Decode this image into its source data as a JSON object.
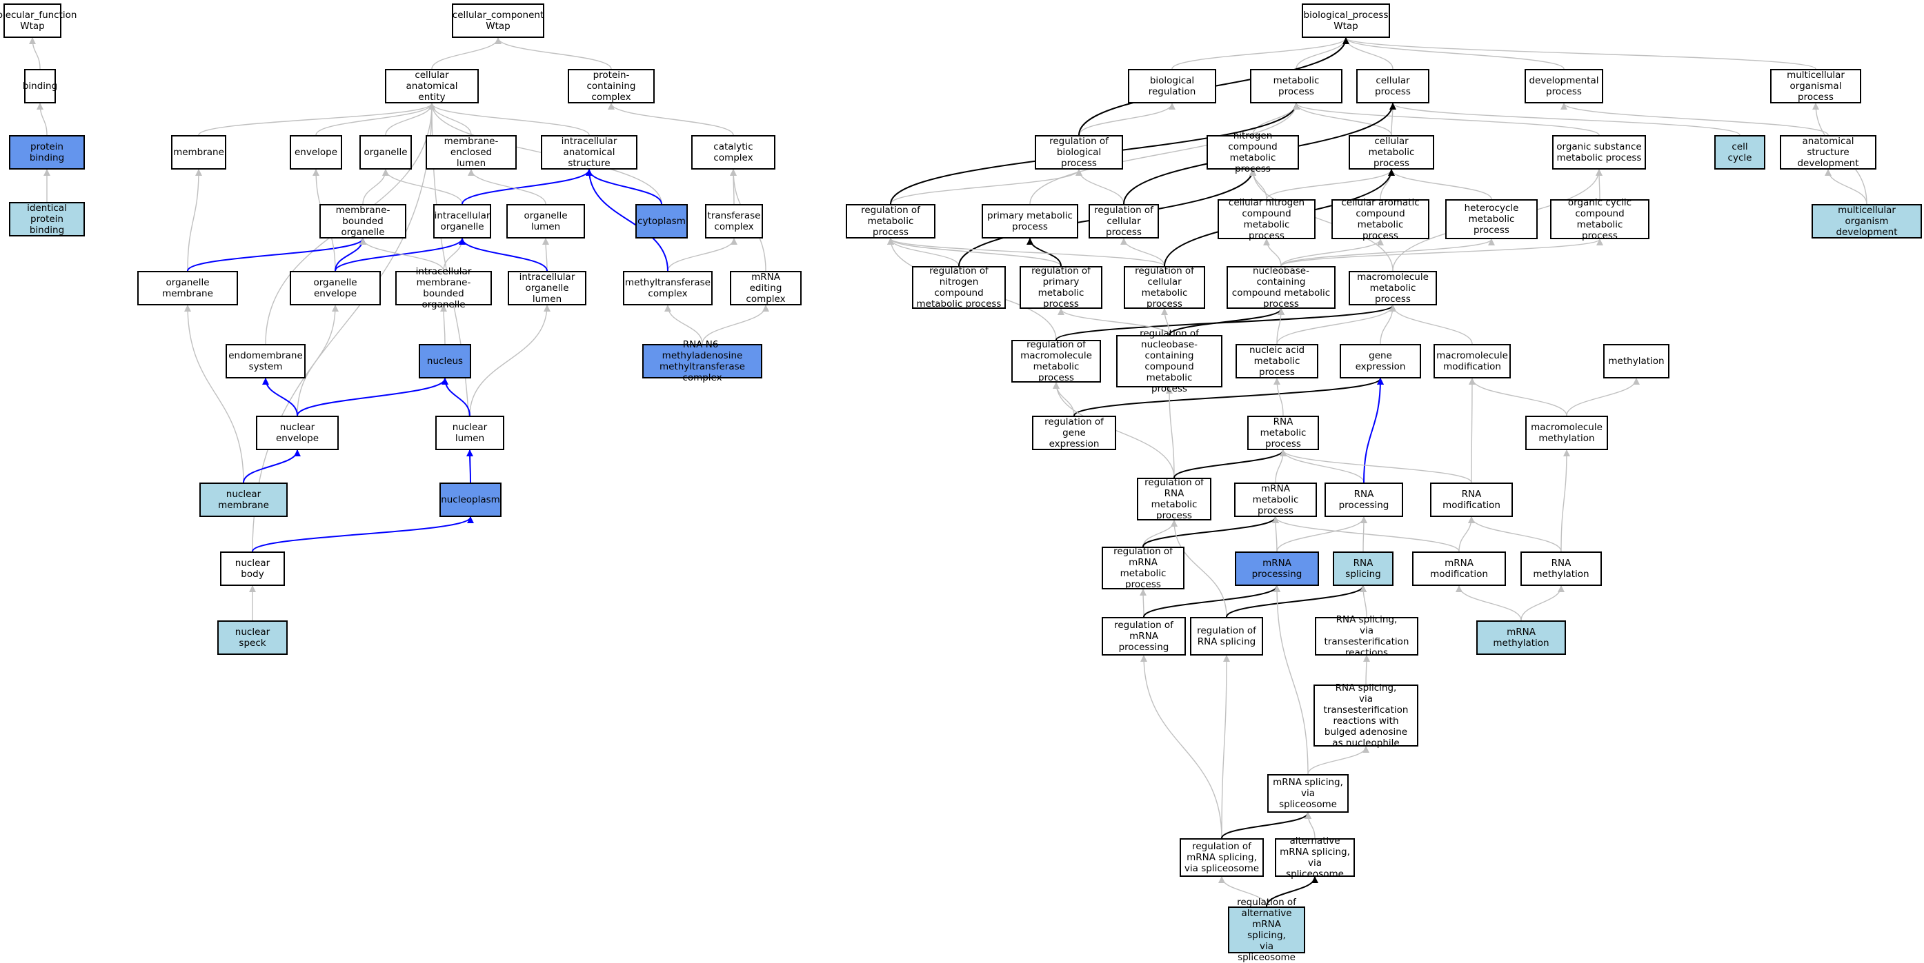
{
  "colors": {
    "node_border": "#000000",
    "highlight_light": "#add8e6",
    "highlight_dark": "#6495ed",
    "edge_default": "#c0c0c0",
    "edge_part_of": "#0000ff",
    "edge_regulates": "#000000"
  },
  "nodes": [
    {
      "id": "mf",
      "label": "molecular_function\nWtap",
      "style": "plain"
    },
    {
      "id": "binding",
      "label": "binding",
      "style": "plain"
    },
    {
      "id": "pbind",
      "label": "protein binding",
      "style": "dark"
    },
    {
      "id": "ipb",
      "label": "identical protein\nbinding",
      "style": "light"
    },
    {
      "id": "cc",
      "label": "cellular_component\nWtap",
      "style": "plain"
    },
    {
      "id": "cae",
      "label": "cellular anatomical\nentity",
      "style": "plain"
    },
    {
      "id": "pcc",
      "label": "protein-containing\ncomplex",
      "style": "plain"
    },
    {
      "id": "membrane",
      "label": "membrane",
      "style": "plain"
    },
    {
      "id": "envelope",
      "label": "envelope",
      "style": "plain"
    },
    {
      "id": "organelle",
      "label": "organelle",
      "style": "plain"
    },
    {
      "id": "mel",
      "label": "membrane-enclosed\nlumen",
      "style": "plain"
    },
    {
      "id": "ias",
      "label": "intracellular\nanatomical structure",
      "style": "plain"
    },
    {
      "id": "catcx",
      "label": "catalytic complex",
      "style": "plain"
    },
    {
      "id": "mbo",
      "label": "membrane-bounded\norganelle",
      "style": "plain"
    },
    {
      "id": "io",
      "label": "intracellular\norganelle",
      "style": "plain"
    },
    {
      "id": "olumen",
      "label": "organelle lumen",
      "style": "plain"
    },
    {
      "id": "cyto",
      "label": "cytoplasm",
      "style": "dark"
    },
    {
      "id": "trcx",
      "label": "transferase\ncomplex",
      "style": "plain"
    },
    {
      "id": "omem",
      "label": "organelle membrane",
      "style": "plain"
    },
    {
      "id": "oenv",
      "label": "organelle envelope",
      "style": "plain"
    },
    {
      "id": "imbo",
      "label": "intracellular\nmembrane-bounded\norganelle",
      "style": "plain"
    },
    {
      "id": "iol",
      "label": "intracellular\norganelle lumen",
      "style": "plain"
    },
    {
      "id": "mtcx",
      "label": "methyltransferase\ncomplex",
      "style": "plain"
    },
    {
      "id": "mecx",
      "label": "mRNA editing\ncomplex",
      "style": "plain"
    },
    {
      "id": "endo",
      "label": "endomembrane\nsystem",
      "style": "plain"
    },
    {
      "id": "nucleus",
      "label": "nucleus",
      "style": "dark"
    },
    {
      "id": "rnamcx",
      "label": "RNA N6-methyladenosine\nmethyltransferase\ncomplex",
      "style": "dark"
    },
    {
      "id": "nenv",
      "label": "nuclear envelope",
      "style": "plain"
    },
    {
      "id": "nlumen",
      "label": "nuclear lumen",
      "style": "plain"
    },
    {
      "id": "nmem",
      "label": "nuclear membrane",
      "style": "light"
    },
    {
      "id": "nplasm",
      "label": "nucleoplasm",
      "style": "dark"
    },
    {
      "id": "nbody",
      "label": "nuclear body",
      "style": "plain"
    },
    {
      "id": "nspeck",
      "label": "nuclear speck",
      "style": "light"
    },
    {
      "id": "bp",
      "label": "biological_process\nWtap",
      "style": "plain"
    },
    {
      "id": "breg",
      "label": "biological regulation",
      "style": "plain"
    },
    {
      "id": "metp",
      "label": "metabolic process",
      "style": "plain"
    },
    {
      "id": "cellp",
      "label": "cellular process",
      "style": "plain"
    },
    {
      "id": "devp",
      "label": "developmental\nprocess",
      "style": "plain"
    },
    {
      "id": "mop",
      "label": "multicellular\norganismal process",
      "style": "plain"
    },
    {
      "id": "rbp",
      "label": "regulation of\nbiological process",
      "style": "plain"
    },
    {
      "id": "ncmp",
      "label": "nitrogen compound\nmetabolic process",
      "style": "plain"
    },
    {
      "id": "cmp",
      "label": "cellular metabolic\nprocess",
      "style": "plain"
    },
    {
      "id": "osmp",
      "label": "organic substance\nmetabolic process",
      "style": "plain"
    },
    {
      "id": "ccycle",
      "label": "cell cycle",
      "style": "light"
    },
    {
      "id": "asd",
      "label": "anatomical structure\ndevelopment",
      "style": "plain"
    },
    {
      "id": "rmp",
      "label": "regulation of\nmetabolic process",
      "style": "plain"
    },
    {
      "id": "pmp",
      "label": "primary metabolic\nprocess",
      "style": "plain"
    },
    {
      "id": "rcp",
      "label": "regulation of\ncellular process",
      "style": "plain"
    },
    {
      "id": "cncmp",
      "label": "cellular nitrogen\ncompound metabolic\nprocess",
      "style": "plain"
    },
    {
      "id": "cacmp",
      "label": "cellular aromatic\ncompound metabolic\nprocess",
      "style": "plain"
    },
    {
      "id": "hmp",
      "label": "heterocycle\nmetabolic process",
      "style": "plain"
    },
    {
      "id": "occmp",
      "label": "organic cyclic\ncompound metabolic\nprocess",
      "style": "plain"
    },
    {
      "id": "mod",
      "label": "multicellular\norganism development",
      "style": "light"
    },
    {
      "id": "rncmp",
      "label": "regulation of\nnitrogen compound\nmetabolic process",
      "style": "plain"
    },
    {
      "id": "rpmp",
      "label": "regulation of\nprimary metabolic\nprocess",
      "style": "plain"
    },
    {
      "id": "rcmp",
      "label": "regulation of\ncellular metabolic\nprocess",
      "style": "plain"
    },
    {
      "id": "nbcmp",
      "label": "nucleobase-containing\ncompound metabolic\nprocess",
      "style": "plain"
    },
    {
      "id": "mmp",
      "label": "macromolecule\nmetabolic process",
      "style": "plain"
    },
    {
      "id": "rmmp",
      "label": "regulation of\nmacromolecule\nmetabolic process",
      "style": "plain"
    },
    {
      "id": "rnbcmp",
      "label": "regulation of\nnucleobase-containing\ncompound metabolic\nprocess",
      "style": "plain"
    },
    {
      "id": "namp",
      "label": "nucleic acid\nmetabolic process",
      "style": "plain"
    },
    {
      "id": "gexp",
      "label": "gene expression",
      "style": "plain"
    },
    {
      "id": "mmod",
      "label": "macromolecule\nmodification",
      "style": "plain"
    },
    {
      "id": "methylation",
      "label": "methylation",
      "style": "plain"
    },
    {
      "id": "rge",
      "label": "regulation of\ngene expression",
      "style": "plain"
    },
    {
      "id": "rnamp",
      "label": "RNA metabolic\nprocess",
      "style": "plain"
    },
    {
      "id": "mmeth",
      "label": "macromolecule\nmethylation",
      "style": "plain"
    },
    {
      "id": "rrnamp",
      "label": "regulation of\nRNA metabolic\nprocess",
      "style": "plain"
    },
    {
      "id": "mrnamp",
      "label": "mRNA metabolic\nprocess",
      "style": "plain"
    },
    {
      "id": "rnaproc",
      "label": "RNA processing",
      "style": "plain"
    },
    {
      "id": "rnamod",
      "label": "RNA modification",
      "style": "plain"
    },
    {
      "id": "rmrnamp",
      "label": "regulation of\nmRNA metabolic\nprocess",
      "style": "plain"
    },
    {
      "id": "mrnaproc",
      "label": "mRNA processing",
      "style": "dark"
    },
    {
      "id": "rnasplice",
      "label": "RNA splicing",
      "style": "light"
    },
    {
      "id": "mrnamod",
      "label": "mRNA modification",
      "style": "plain"
    },
    {
      "id": "rnameth",
      "label": "RNA methylation",
      "style": "plain"
    },
    {
      "id": "rmrnaproc",
      "label": "regulation of\nmRNA processing",
      "style": "plain"
    },
    {
      "id": "rrnasplice",
      "label": "regulation of\nRNA splicing",
      "style": "plain"
    },
    {
      "id": "rsvtr",
      "label": "RNA splicing,\nvia transesterification\nreactions",
      "style": "plain"
    },
    {
      "id": "mrnameth",
      "label": "mRNA methylation",
      "style": "light"
    },
    {
      "id": "rsvtrba",
      "label": "RNA splicing,\nvia transesterification\nreactions with\nbulged adenosine\nas nucleophile",
      "style": "plain"
    },
    {
      "id": "msvs",
      "label": "mRNA splicing,\nvia spliceosome",
      "style": "plain"
    },
    {
      "id": "rmsvs",
      "label": "regulation of\nmRNA splicing,\nvia spliceosome",
      "style": "plain"
    },
    {
      "id": "amsvs",
      "label": "alternative\nmRNA splicing,\nvia spliceosome",
      "style": "plain"
    },
    {
      "id": "ramsvs",
      "label": "regulation of\nalternative\nmRNA splicing,\nvia spliceosome",
      "style": "light"
    }
  ],
  "edges": [
    {
      "from": "binding",
      "to": "mf",
      "type": "is_a"
    },
    {
      "from": "pbind",
      "to": "binding",
      "type": "is_a"
    },
    {
      "from": "ipb",
      "to": "pbind",
      "type": "is_a"
    },
    {
      "from": "cae",
      "to": "cc",
      "type": "is_a"
    },
    {
      "from": "pcc",
      "to": "cc",
      "type": "is_a"
    },
    {
      "from": "membrane",
      "to": "cae",
      "type": "is_a"
    },
    {
      "from": "envelope",
      "to": "cae",
      "type": "is_a"
    },
    {
      "from": "organelle",
      "to": "cae",
      "type": "is_a"
    },
    {
      "from": "mel",
      "to": "cae",
      "type": "is_a"
    },
    {
      "from": "ias",
      "to": "cae",
      "type": "is_a"
    },
    {
      "from": "cyto",
      "to": "cae",
      "type": "is_a"
    },
    {
      "from": "endo",
      "to": "cae",
      "type": "is_a"
    },
    {
      "from": "nbody",
      "to": "cae",
      "type": "is_a"
    },
    {
      "from": "nplasm",
      "to": "cae",
      "type": "is_a"
    },
    {
      "from": "catcx",
      "to": "pcc",
      "type": "is_a"
    },
    {
      "from": "mbo",
      "to": "organelle",
      "type": "is_a"
    },
    {
      "from": "io",
      "to": "organelle",
      "type": "is_a"
    },
    {
      "from": "io",
      "to": "ias",
      "type": "part_of"
    },
    {
      "from": "olumen",
      "to": "mel",
      "type": "is_a"
    },
    {
      "from": "cyto",
      "to": "ias",
      "type": "part_of"
    },
    {
      "from": "trcx",
      "to": "catcx",
      "type": "is_a"
    },
    {
      "from": "mecx",
      "to": "catcx",
      "type": "is_a"
    },
    {
      "from": "omem",
      "to": "membrane",
      "type": "is_a"
    },
    {
      "from": "omem",
      "to": "mbo",
      "type": "part_of"
    },
    {
      "from": "oenv",
      "to": "envelope",
      "type": "is_a"
    },
    {
      "from": "oenv",
      "to": "mbo",
      "type": "part_of"
    },
    {
      "from": "oenv",
      "to": "io",
      "type": "part_of"
    },
    {
      "from": "imbo",
      "to": "mbo",
      "type": "is_a"
    },
    {
      "from": "imbo",
      "to": "io",
      "type": "is_a"
    },
    {
      "from": "iol",
      "to": "olumen",
      "type": "is_a"
    },
    {
      "from": "iol",
      "to": "io",
      "type": "part_of"
    },
    {
      "from": "mtcx",
      "to": "trcx",
      "type": "is_a"
    },
    {
      "from": "mtcx",
      "to": "ias",
      "type": "part_of"
    },
    {
      "from": "rnamcx",
      "to": "mtcx",
      "type": "is_a"
    },
    {
      "from": "rnamcx",
      "to": "mecx",
      "type": "is_a"
    },
    {
      "from": "nucleus",
      "to": "imbo",
      "type": "is_a"
    },
    {
      "from": "nenv",
      "to": "oenv",
      "type": "is_a"
    },
    {
      "from": "nenv",
      "to": "endo",
      "type": "part_of"
    },
    {
      "from": "nenv",
      "to": "nucleus",
      "type": "part_of"
    },
    {
      "from": "nlumen",
      "to": "iol",
      "type": "is_a"
    },
    {
      "from": "nlumen",
      "to": "nucleus",
      "type": "part_of"
    },
    {
      "from": "nmem",
      "to": "omem",
      "type": "is_a"
    },
    {
      "from": "nmem",
      "to": "nenv",
      "type": "part_of"
    },
    {
      "from": "nplasm",
      "to": "nlumen",
      "type": "part_of"
    },
    {
      "from": "nbody",
      "to": "nplasm",
      "type": "part_of"
    },
    {
      "from": "nspeck",
      "to": "nbody",
      "type": "is_a"
    },
    {
      "from": "breg",
      "to": "bp",
      "type": "is_a"
    },
    {
      "from": "metp",
      "to": "bp",
      "type": "is_a"
    },
    {
      "from": "cellp",
      "to": "bp",
      "type": "is_a"
    },
    {
      "from": "devp",
      "to": "bp",
      "type": "is_a"
    },
    {
      "from": "mop",
      "to": "bp",
      "type": "is_a"
    },
    {
      "from": "rbp",
      "to": "breg",
      "type": "is_a"
    },
    {
      "from": "rbp",
      "to": "bp",
      "type": "regulates"
    },
    {
      "from": "ncmp",
      "to": "metp",
      "type": "is_a"
    },
    {
      "from": "cmp",
      "to": "metp",
      "type": "is_a"
    },
    {
      "from": "cmp",
      "to": "cellp",
      "type": "is_a"
    },
    {
      "from": "osmp",
      "to": "metp",
      "type": "is_a"
    },
    {
      "from": "ccycle",
      "to": "cellp",
      "type": "is_a"
    },
    {
      "from": "asd",
      "to": "devp",
      "type": "is_a"
    },
    {
      "from": "mod",
      "to": "asd",
      "type": "is_a"
    },
    {
      "from": "mod",
      "to": "mop",
      "type": "is_a"
    },
    {
      "from": "rmp",
      "to": "rbp",
      "type": "is_a"
    },
    {
      "from": "rmp",
      "to": "metp",
      "type": "regulates"
    },
    {
      "from": "pmp",
      "to": "metp",
      "type": "is_a"
    },
    {
      "from": "rcp",
      "to": "rbp",
      "type": "is_a"
    },
    {
      "from": "rcp",
      "to": "cellp",
      "type": "regulates"
    },
    {
      "from": "cncmp",
      "to": "ncmp",
      "type": "is_a"
    },
    {
      "from": "cncmp",
      "to": "cmp",
      "type": "is_a"
    },
    {
      "from": "cacmp",
      "to": "cmp",
      "type": "is_a"
    },
    {
      "from": "hmp",
      "to": "cmp",
      "type": "is_a"
    },
    {
      "from": "occmp",
      "to": "osmp",
      "type": "is_a"
    },
    {
      "from": "rncmp",
      "to": "rmp",
      "type": "is_a"
    },
    {
      "from": "rncmp",
      "to": "ncmp",
      "type": "regulates"
    },
    {
      "from": "rpmp",
      "to": "rmp",
      "type": "is_a"
    },
    {
      "from": "rpmp",
      "to": "pmp",
      "type": "regulates"
    },
    {
      "from": "rcmp",
      "to": "rmp",
      "type": "is_a"
    },
    {
      "from": "rcmp",
      "to": "rcp",
      "type": "is_a"
    },
    {
      "from": "rcmp",
      "to": "cmp",
      "type": "regulates"
    },
    {
      "from": "nbcmp",
      "to": "cncmp",
      "type": "is_a"
    },
    {
      "from": "nbcmp",
      "to": "cacmp",
      "type": "is_a"
    },
    {
      "from": "nbcmp",
      "to": "hmp",
      "type": "is_a"
    },
    {
      "from": "nbcmp",
      "to": "occmp",
      "type": "is_a"
    },
    {
      "from": "mmp",
      "to": "ncmp",
      "type": "is_a"
    },
    {
      "from": "mmp",
      "to": "osmp",
      "type": "is_a"
    },
    {
      "from": "rmmp",
      "to": "rmp",
      "type": "is_a"
    },
    {
      "from": "rmmp",
      "to": "mmp",
      "type": "regulates"
    },
    {
      "from": "rnbcmp",
      "to": "rpmp",
      "type": "is_a"
    },
    {
      "from": "rnbcmp",
      "to": "rcmp",
      "type": "is_a"
    },
    {
      "from": "rnbcmp",
      "to": "nbcmp",
      "type": "regulates"
    },
    {
      "from": "namp",
      "to": "nbcmp",
      "type": "is_a"
    },
    {
      "from": "namp",
      "to": "mmp",
      "type": "is_a"
    },
    {
      "from": "gexp",
      "to": "mmp",
      "type": "is_a"
    },
    {
      "from": "mmod",
      "to": "mmp",
      "type": "is_a"
    },
    {
      "from": "rge",
      "to": "rmmp",
      "type": "is_a"
    },
    {
      "from": "rge",
      "to": "gexp",
      "type": "regulates"
    },
    {
      "from": "rnamp",
      "to": "namp",
      "type": "is_a"
    },
    {
      "from": "mmeth",
      "to": "methylation",
      "type": "is_a"
    },
    {
      "from": "mmeth",
      "to": "mmod",
      "type": "is_a"
    },
    {
      "from": "rrnamp",
      "to": "rmmp",
      "type": "is_a"
    },
    {
      "from": "rrnamp",
      "to": "rnbcmp",
      "type": "is_a"
    },
    {
      "from": "rrnamp",
      "to": "rnamp",
      "type": "regulates"
    },
    {
      "from": "mrnamp",
      "to": "rnamp",
      "type": "is_a"
    },
    {
      "from": "rnaproc",
      "to": "rnamp",
      "type": "is_a"
    },
    {
      "from": "rnaproc",
      "to": "gexp",
      "type": "part_of"
    },
    {
      "from": "rnamod",
      "to": "rnamp",
      "type": "is_a"
    },
    {
      "from": "rnamod",
      "to": "mmod",
      "type": "is_a"
    },
    {
      "from": "rmrnamp",
      "to": "rrnamp",
      "type": "is_a"
    },
    {
      "from": "rmrnamp",
      "to": "mrnamp",
      "type": "regulates"
    },
    {
      "from": "mrnaproc",
      "to": "mrnamp",
      "type": "is_a"
    },
    {
      "from": "mrnaproc",
      "to": "rnaproc",
      "type": "is_a"
    },
    {
      "from": "rnasplice",
      "to": "rnaproc",
      "type": "is_a"
    },
    {
      "from": "mrnamod",
      "to": "rnamod",
      "type": "is_a"
    },
    {
      "from": "mrnamod",
      "to": "mrnamp",
      "type": "is_a"
    },
    {
      "from": "rnameth",
      "to": "rnamod",
      "type": "is_a"
    },
    {
      "from": "rnameth",
      "to": "mmeth",
      "type": "is_a"
    },
    {
      "from": "rmrnaproc",
      "to": "rmrnamp",
      "type": "is_a"
    },
    {
      "from": "rmrnaproc",
      "to": "mrnaproc",
      "type": "regulates"
    },
    {
      "from": "rrnasplice",
      "to": "rrnamp",
      "type": "is_a"
    },
    {
      "from": "rrnasplice",
      "to": "rnasplice",
      "type": "regulates"
    },
    {
      "from": "rsvtr",
      "to": "rnasplice",
      "type": "is_a"
    },
    {
      "from": "mrnameth",
      "to": "mrnamod",
      "type": "is_a"
    },
    {
      "from": "mrnameth",
      "to": "rnameth",
      "type": "is_a"
    },
    {
      "from": "rsvtrba",
      "to": "rsvtr",
      "type": "is_a"
    },
    {
      "from": "msvs",
      "to": "rsvtrba",
      "type": "is_a"
    },
    {
      "from": "msvs",
      "to": "mrnaproc",
      "type": "is_a"
    },
    {
      "from": "rmsvs",
      "to": "rmrnaproc",
      "type": "is_a"
    },
    {
      "from": "rmsvs",
      "to": "rrnasplice",
      "type": "is_a"
    },
    {
      "from": "rmsvs",
      "to": "msvs",
      "type": "regulates"
    },
    {
      "from": "amsvs",
      "to": "msvs",
      "type": "is_a"
    },
    {
      "from": "ramsvs",
      "to": "rmsvs",
      "type": "is_a"
    },
    {
      "from": "ramsvs",
      "to": "amsvs",
      "type": "regulates"
    }
  ]
}
